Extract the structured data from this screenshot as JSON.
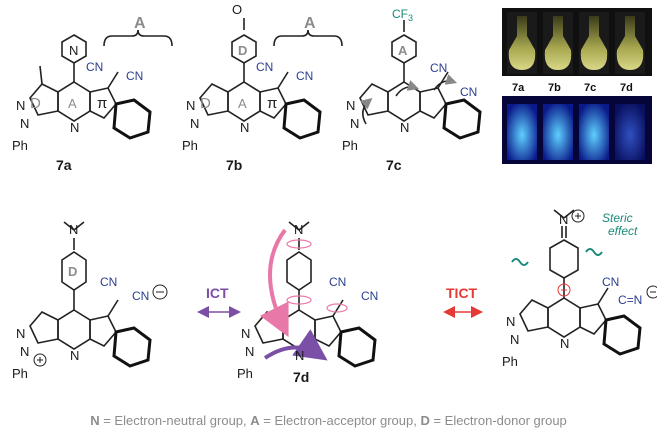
{
  "compounds": {
    "c7a": {
      "label": "7a",
      "subst": "N",
      "ring_a": "A",
      "ring_d": "D",
      "pi": "π",
      "ph": "Ph"
    },
    "c7b": {
      "label": "7b",
      "subst": "D",
      "ring_a": "A",
      "ring_d": "D",
      "pi": "π",
      "ph": "Ph"
    },
    "c7c": {
      "label": "7c",
      "subst": "A",
      "cf3": "CF",
      "cf3_sub": "3",
      "ph": "Ph"
    },
    "c7d": {
      "label": "7d",
      "ph": "Ph"
    }
  },
  "photos": {
    "labels": [
      "7a",
      "7b",
      "7c",
      "7d"
    ]
  },
  "atoms": {
    "cn": "CN",
    "n": "N",
    "ph": "Ph"
  },
  "group_a": "A",
  "arrows": {
    "ict": "ICT",
    "tict": "TICT"
  },
  "note": {
    "steric_line1": "Steric",
    "steric_line2": "effect"
  },
  "legend": {
    "n_key": "N",
    "n_text": " = Electron-neutral group, ",
    "a_key": "A",
    "a_text": " = Electron-acceptor group, ",
    "d_key": "D",
    "d_text": " = Electron-donor group"
  },
  "colors": {
    "accent_blue": "#2a3f8f",
    "ict_purple": "#7b4fa6",
    "tict_red": "#e53935",
    "pink": "#e878a8",
    "teal": "#1a8a7a",
    "gray": "#8c8c8c"
  }
}
